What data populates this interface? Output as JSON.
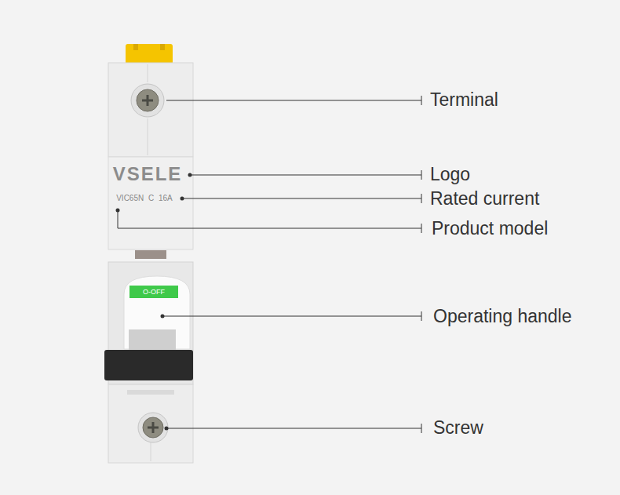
{
  "diagram": {
    "labels": [
      "Terminal",
      "VSELE",
      "Logo",
      "VIC65N C 16A",
      "Rated current",
      "Product model",
      "O-OFF",
      "Operating handle",
      "Screw"
    ]
  }
}
